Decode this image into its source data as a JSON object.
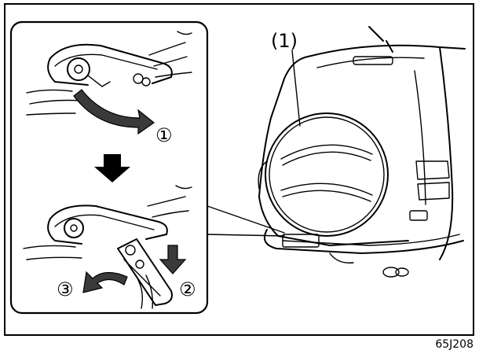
{
  "labels": {
    "callout_1": "(1)",
    "step_1": "①",
    "step_2": "②",
    "step_3": "③",
    "figure_code": "65J208"
  },
  "colors": {
    "ink": "#000000",
    "paper": "#ffffff",
    "shade": "#3a3a3a"
  }
}
